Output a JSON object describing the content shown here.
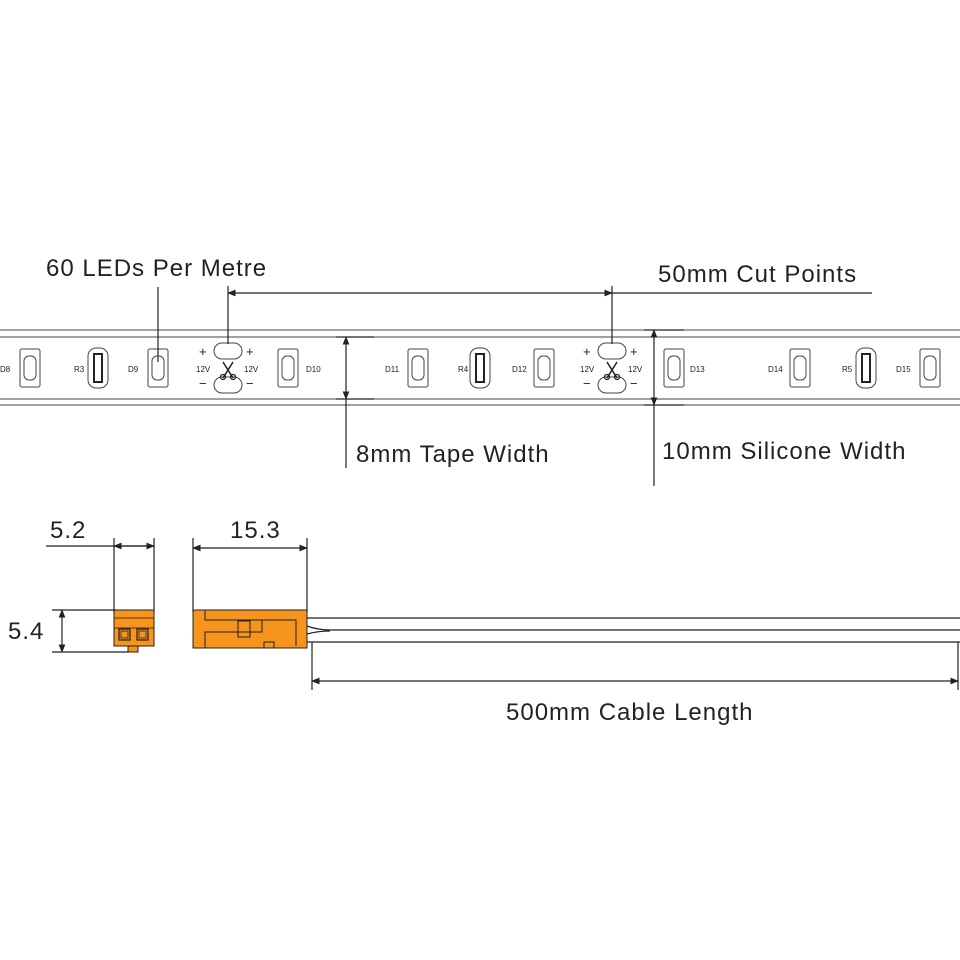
{
  "labels": {
    "leds_per_metre": "60 LEDs Per Metre",
    "cut_points": "50mm Cut Points",
    "tape_width": "8mm Tape Width",
    "silicone_width": "10mm Silicone Width",
    "cable_length": "500mm Cable Length",
    "dim_connector_end_width": "5.2",
    "dim_connector_height": "5.4",
    "dim_connector_length": "15.3"
  },
  "components": {
    "leds": [
      "D8",
      "D9",
      "D10",
      "D11",
      "D12",
      "D13",
      "D14",
      "D15"
    ],
    "resistors": [
      "R3",
      "R4",
      "R5"
    ]
  },
  "cut_pad": {
    "plus": "+",
    "minus": "−",
    "voltage": "12V"
  },
  "colors": {
    "connector": "#f7941d",
    "line": "#222222"
  }
}
